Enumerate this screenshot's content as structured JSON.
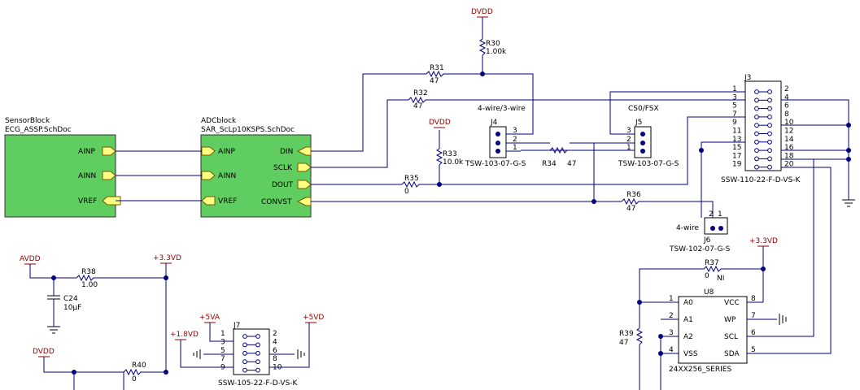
{
  "blocks": {
    "sensor": {
      "title": "SensorBlock",
      "file": "ECG_ASSP.SchDoc",
      "ports": [
        "AINP",
        "AINN",
        "VREF"
      ]
    },
    "adc": {
      "title": "ADCblock",
      "file": "SAR_ScLp10KSPS.SchDoc",
      "ports_left": [
        "AINP",
        "AINN",
        "VREF"
      ],
      "ports_right": [
        "DIN",
        "SCLK",
        "DOUT",
        "CONVST"
      ]
    }
  },
  "power": {
    "dvdd_top": "DVDD",
    "dvdd_mid": "DVDD",
    "avdd": "AVDD",
    "v33_left": "+3.3VD",
    "v33_right": "+3.3VD",
    "v5va": "+5VA",
    "v18": "+1.8VD",
    "v5vd": "+5VD",
    "dvdd_bottom": "DVDD"
  },
  "resistors": {
    "r30": {
      "ref": "R30",
      "val": "1.00k"
    },
    "r31": {
      "ref": "R31",
      "val": "47"
    },
    "r32": {
      "ref": "R32",
      "val": "47"
    },
    "r33": {
      "ref": "R33",
      "val": "10.0k"
    },
    "r34": {
      "ref": "R34",
      "val": "47"
    },
    "r35": {
      "ref": "R35",
      "val": "0"
    },
    "r36": {
      "ref": "R36",
      "val": "47"
    },
    "r37": {
      "ref": "R37",
      "val": "0",
      "note": "NI"
    },
    "r38": {
      "ref": "R38",
      "val": "1.00"
    },
    "r39": {
      "ref": "R39",
      "val": "47"
    },
    "r40": {
      "ref": "R40",
      "val": "0"
    }
  },
  "capacitor": {
    "ref": "C24",
    "val": "10µF"
  },
  "connectors": {
    "j4": {
      "ref": "J4",
      "part": "TSW-103-07-G-S",
      "caption": "4-wire/3-wire",
      "pins": [
        "3",
        "2",
        "1"
      ]
    },
    "j5": {
      "ref": "J5",
      "part": "TSW-103-07-G-S",
      "caption": "CS0/FSX",
      "pins": [
        "3",
        "2",
        "1"
      ]
    },
    "j6": {
      "ref": "J6",
      "part": "TSW-102-07-G-S",
      "caption": "4-wire",
      "pins": [
        "2",
        "1"
      ]
    },
    "j3": {
      "ref": "J3",
      "part": "SSW-110-22-F-D-VS-K",
      "odd": [
        "1",
        "3",
        "5",
        "7",
        "9",
        "11",
        "13",
        "15",
        "17",
        "19"
      ],
      "even": [
        "2",
        "4",
        "6",
        "8",
        "10",
        "12",
        "14",
        "16",
        "18",
        "20"
      ]
    },
    "j7": {
      "ref": "J7",
      "part": "SSW-105-22-F-D-VS-K",
      "odd": [
        "1",
        "3",
        "5",
        "7",
        "9"
      ],
      "even": [
        "2",
        "4",
        "6",
        "8",
        "10"
      ]
    }
  },
  "u8": {
    "ref": "U8",
    "part": "24XX256_SERIES",
    "left_pins": [
      {
        "num": "1",
        "name": "A0"
      },
      {
        "num": "2",
        "name": "A1"
      },
      {
        "num": "3",
        "name": "A2"
      },
      {
        "num": "4",
        "name": "VSS"
      }
    ],
    "right_pins": [
      {
        "num": "8",
        "name": "VCC"
      },
      {
        "num": "7",
        "name": "WP"
      },
      {
        "num": "6",
        "name": "SCL"
      },
      {
        "num": "5",
        "name": "SDA"
      }
    ]
  }
}
